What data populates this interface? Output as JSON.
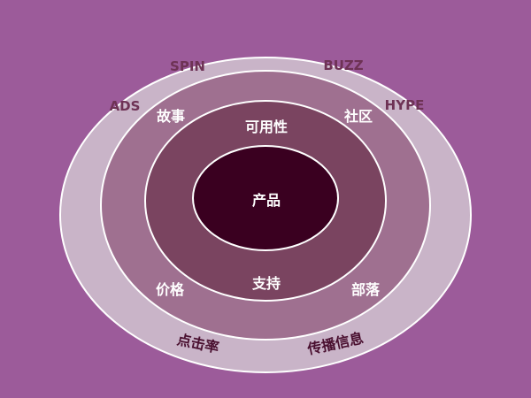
{
  "colors": {
    "background": "#9c5b9a",
    "ring_outer": "#c9b4c8",
    "ring_2": "#9f7090",
    "ring_3": "#7a4460",
    "core": "#3a0020",
    "stroke": "#ffffff",
    "outer_text": "#6e3255",
    "inner_text": "#ffffff",
    "bottom_text": "#4a1030"
  },
  "rings": {
    "core": {
      "label": "产品"
    },
    "ring3": {
      "top": "可用性",
      "bottom": "支持"
    },
    "ring2": {
      "top_left": "故事",
      "top_right": "社区",
      "bottom_left": "价格",
      "bottom_right": "部落"
    },
    "ring1": {
      "top_left": "SPIN",
      "top_right": "BUZZ",
      "left": "ADS",
      "right": "HYPE",
      "bottom_left": "点击率",
      "bottom_right": "传播信息"
    }
  }
}
